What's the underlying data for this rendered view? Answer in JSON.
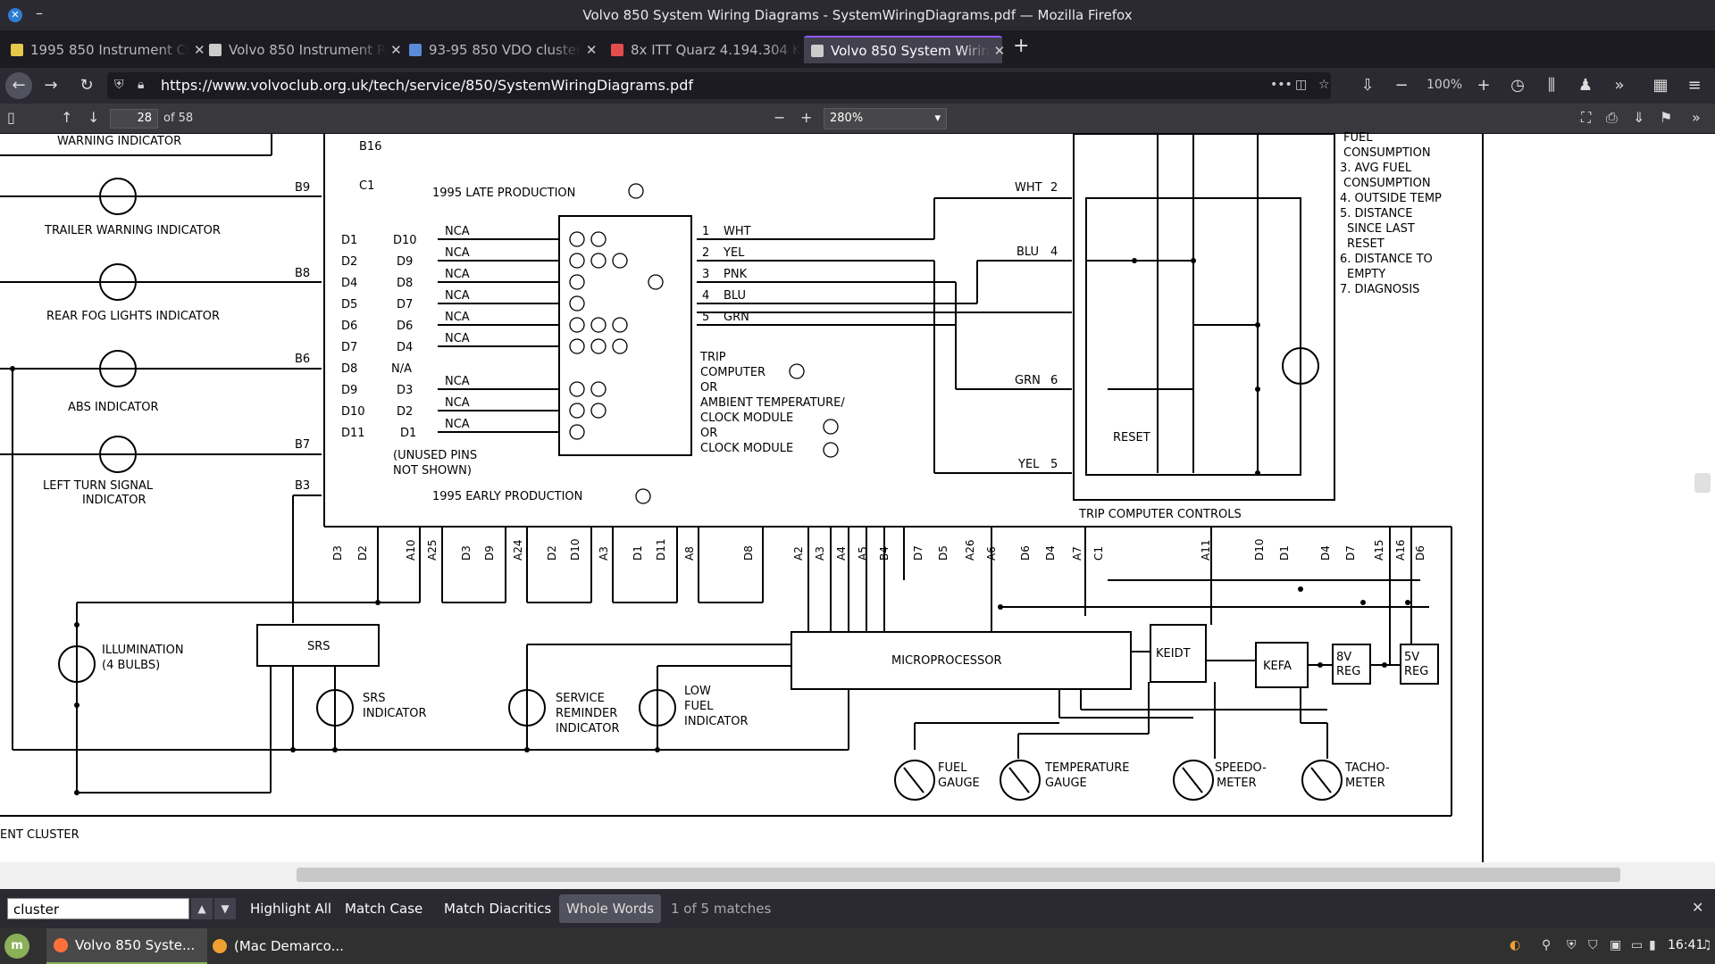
{
  "window": {
    "title": "Volvo 850 System Wiring Diagrams - SystemWiringDiagrams.pdf — Mozilla Firefox"
  },
  "tabs": [
    {
      "label": "1995 850 Instrument Cl",
      "color": "#e6c84a"
    },
    {
      "label": "Volvo 850 Instrument R",
      "color": "#cccccc"
    },
    {
      "label": "93-95 850 VDO cluster",
      "color": "#5a8ad8"
    },
    {
      "label": "8x ITT Quarz 4.194.304 K",
      "color": "#e34d4d"
    },
    {
      "label": "Volvo 850 System Wirin",
      "color": "#cccccc"
    }
  ],
  "nav": {
    "url": "https://www.volvoclub.org.uk/tech/service/850/SystemWiringDiagrams.pdf",
    "zoom": "100%"
  },
  "pdf": {
    "page": "28",
    "of_pages": "of 58",
    "zoom": "280%"
  },
  "diagram": {
    "left_labels": {
      "warning": "WARNING INDICATOR",
      "trailer": "TRAILER WARNING INDICATOR",
      "rearfog": "REAR FOG LIGHTS INDICATOR",
      "abs": "ABS INDICATOR",
      "leftturn1": "LEFT TURN SIGNAL",
      "leftturn2": "INDICATOR",
      "b9": "B9",
      "b8": "B8",
      "b6": "B6",
      "b7": "B7",
      "b3": "B3"
    },
    "header": {
      "b16": "B16",
      "c1": "C1",
      "late": "1995 LATE PRODUCTION",
      "early": "1995 EARLY PRODUCTION",
      "unused1": "(UNUSED PINS",
      "unused2": "NOT SHOWN)"
    },
    "pin_rows": [
      {
        "left": "D1",
        "right": "D10",
        "wire": "NCA"
      },
      {
        "left": "D2",
        "right": "D9",
        "wire": "NCA"
      },
      {
        "left": "D4",
        "right": "D8",
        "wire": "NCA"
      },
      {
        "left": "D5",
        "right": "D7",
        "wire": "NCA"
      },
      {
        "left": "D6",
        "right": "D6",
        "wire": "NCA"
      },
      {
        "left": "D7",
        "right": "D4",
        "wire": "NCA"
      },
      {
        "left": "D8",
        "right": "N/A",
        "wire": ""
      },
      {
        "left": "D9",
        "right": "D3",
        "wire": "NCA"
      },
      {
        "left": "D10",
        "right": "D2",
        "wire": "NCA"
      },
      {
        "left": "D11",
        "right": "D1",
        "wire": "NCA"
      }
    ],
    "trip_wires": [
      {
        "n": "1",
        "color": "WHT"
      },
      {
        "n": "2",
        "color": "YEL"
      },
      {
        "n": "3",
        "color": "PNK"
      },
      {
        "n": "4",
        "color": "BLU"
      },
      {
        "n": "5",
        "color": "GRN"
      }
    ],
    "module_text": {
      "trip": "TRIP",
      "computer": "COMPUTER",
      "or1": "OR",
      "ambient": "AMBIENT TEMPERATURE/",
      "clock1": "CLOCK MODULE",
      "or2": "OR",
      "clock2": "CLOCK MODULE"
    },
    "controls": {
      "wht": "WHT",
      "wht_n": "2",
      "blu": "BLU",
      "blu_n": "4",
      "grn": "GRN",
      "grn_n": "6",
      "yel": "YEL",
      "yel_n": "5",
      "reset": "RESET",
      "title": "TRIP COMPUTER CONTROLS"
    },
    "functions": [
      "FUEL",
      "CONSUMPTION",
      "3. AVG FUEL",
      "CONSUMPTION",
      "4. OUTSIDE TEMP",
      "5. DISTANCE",
      "SINCE LAST",
      "RESET",
      "6. DISTANCE TO",
      "EMPTY",
      "7. DIAGNOSIS"
    ],
    "connector_pins": [
      "D3",
      "D2",
      "A10",
      "A25",
      "D3",
      "D9",
      "A24",
      "D2",
      "D10",
      "A3",
      "D1",
      "D11",
      "A8",
      "D8",
      "A2",
      "A3",
      "A4",
      "A5",
      "B4",
      "D7",
      "D5",
      "A26",
      "A6",
      "D6",
      "D4",
      "A7",
      "C1",
      "A11",
      "D10",
      "D1",
      "D4",
      "D7",
      "A15",
      "A16",
      "D6"
    ],
    "lower": {
      "illum1": "ILLUMINATION",
      "illum2": "(4 BULBS)",
      "srs": "SRS",
      "srs_ind1": "SRS",
      "srs_ind2": "INDICATOR",
      "service1": "SERVICE",
      "service2": "REMINDER",
      "service3": "INDICATOR",
      "low1": "LOW",
      "low2": "FUEL",
      "low3": "INDICATOR",
      "micro": "MICROPROCESSOR",
      "keidt": "KEIDT",
      "kefa": "KEFA",
      "reg8a": "8V",
      "reg8b": "REG",
      "reg5a": "5V",
      "reg5b": "REG",
      "fuel1": "FUEL",
      "fuel2": "GAUGE",
      "temp1": "TEMPERATURE",
      "temp2": "GAUGE",
      "speedo1": "SPEEDO-",
      "speedo2": "METER",
      "tacho1": "TACHO-",
      "tacho2": "METER",
      "cluster": "ENT CLUSTER"
    }
  },
  "findbar": {
    "query": "cluster",
    "highlight": "Highlight All",
    "case": "Match Case",
    "diacritics": "Match Diacritics",
    "whole": "Whole Words",
    "matches": "1 of 5 matches"
  },
  "taskbar": {
    "task1": "Volvo 850 Syste...",
    "task2": "(Mac Demarco...",
    "clock": "16:41"
  }
}
